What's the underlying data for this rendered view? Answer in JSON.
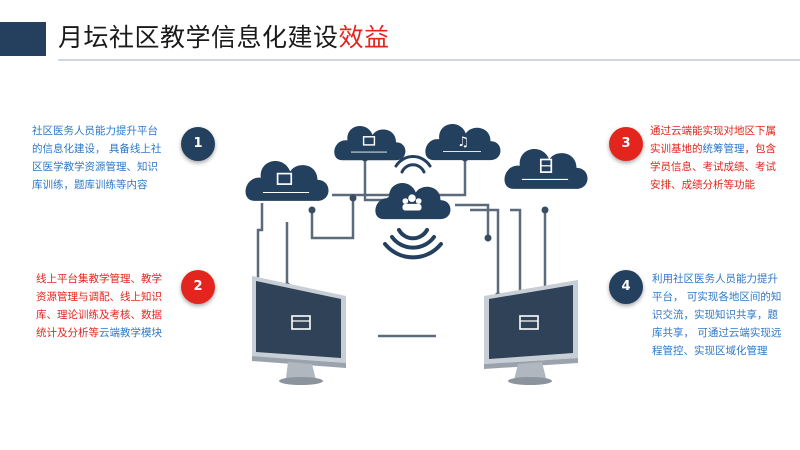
{
  "title": {
    "main": "月坛社区教学信息化建设",
    "accent": "效益"
  },
  "badges": {
    "b1": "1",
    "b2": "2",
    "b3": "3",
    "b4": "4"
  },
  "block1": {
    "lines": [
      "社区医务人员能力提升平台",
      "的信息化建设，  具备线上社",
      "区医学教学资源管理、知识",
      "库训练，题库训练等内容"
    ]
  },
  "block2": {
    "line1": "线上平台集教学管理、教学",
    "line2": "资源管理与调配、线上知识",
    "line3": "库、理论训练及考核、数据",
    "line4_red": "统计及分析等",
    "line4_blue": "云端教学模块"
  },
  "block3": {
    "line1": " 通过云端能实现对地区下属",
    "line2_red": "实训基地的",
    "line2_blue": "统筹管理",
    "line2_red2": "，包含",
    "line3": "学员信息、考试成绩、考试",
    "line4": "安排、成绩分析等功能"
  },
  "block4": {
    "lines": [
      "利用社区医务人员能力提升",
      "平台，  可实现各地区间的知",
      "识交流，实现知识共享，题",
      "库共享，  可通过云端实现远",
      "程管控、实现区域化管理"
    ]
  },
  "colors": {
    "navy": "#23405e",
    "red": "#e3261d",
    "blue": "#2e78c7"
  }
}
